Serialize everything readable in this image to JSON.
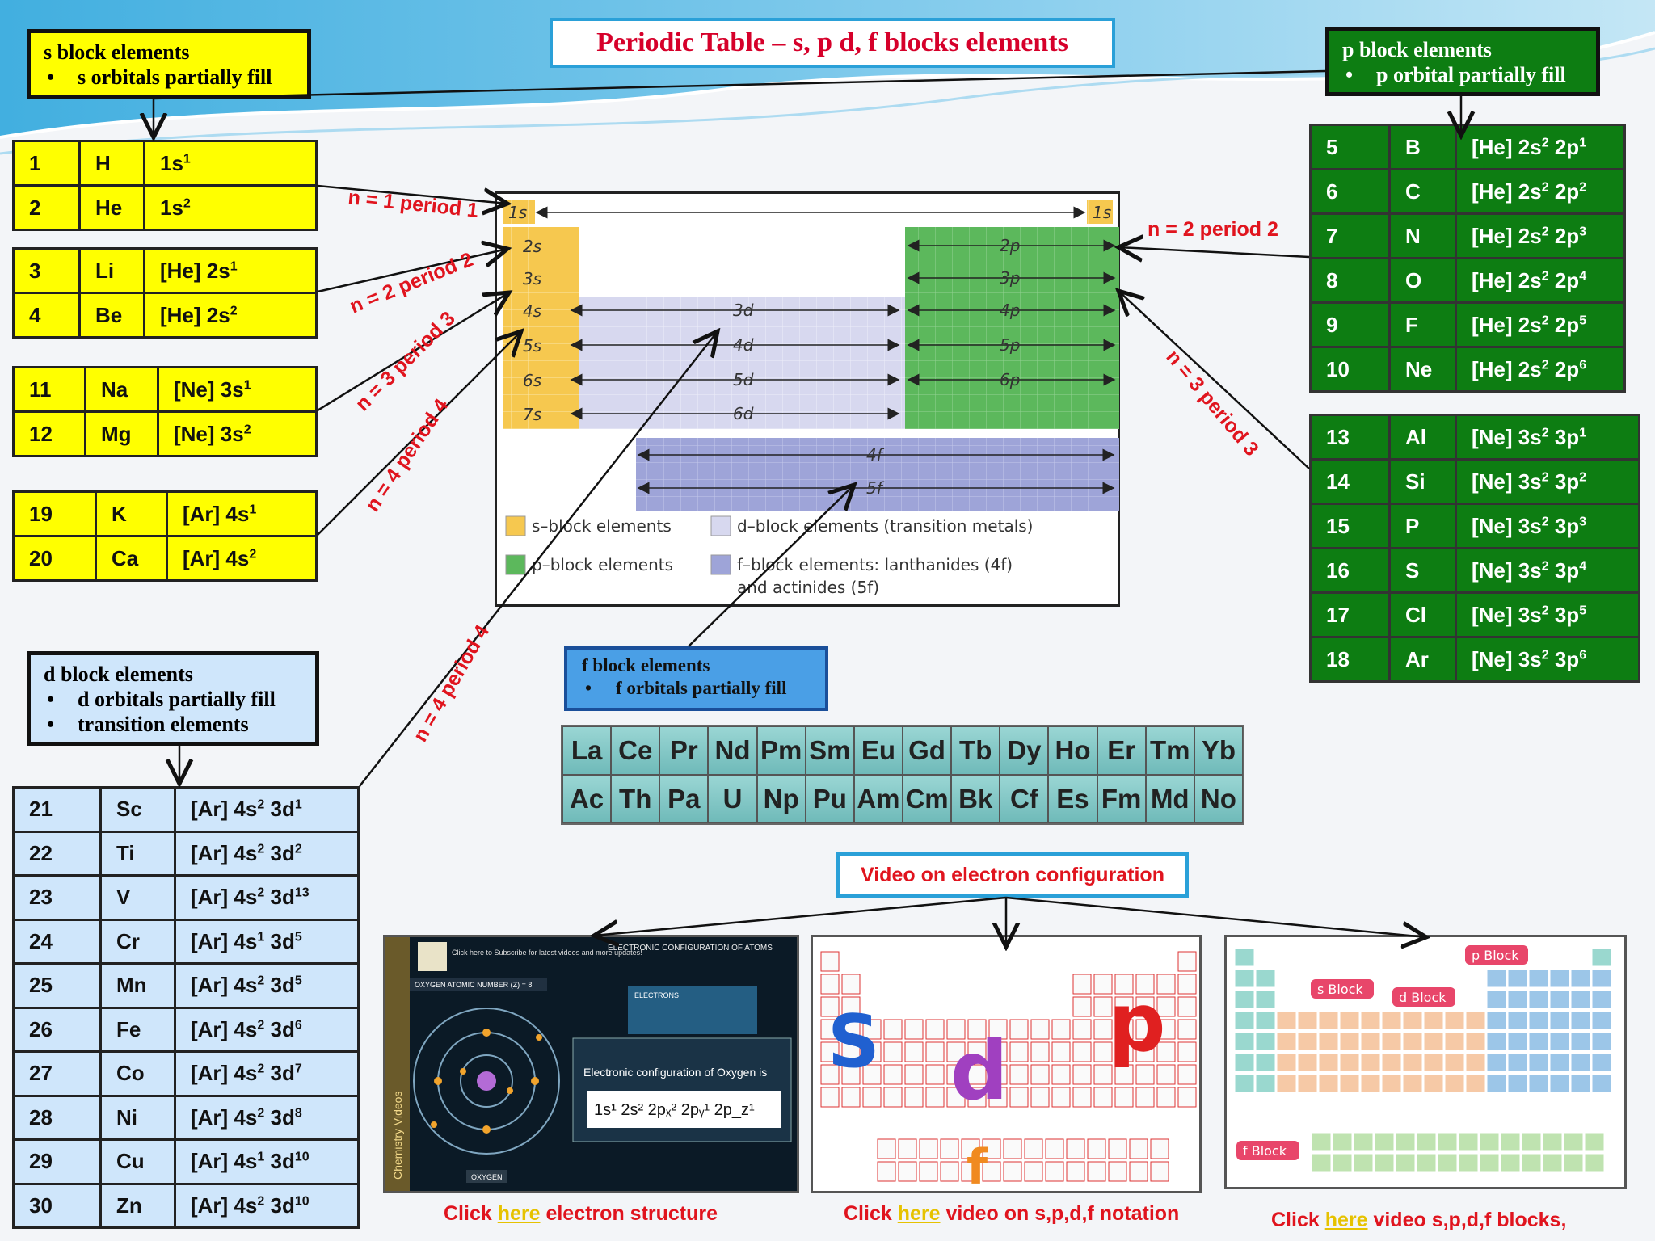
{
  "title": "Periodic Table – s, p d, f blocks elements",
  "s_block": {
    "heading": "s block elements",
    "bullets": [
      "s orbitals partially fill"
    ]
  },
  "p_block": {
    "heading": "p block elements",
    "bullets": [
      "p orbital partially fill"
    ]
  },
  "d_block": {
    "heading": "d block elements",
    "bullets": [
      "d orbitals partially fill",
      "transition elements"
    ]
  },
  "f_block": {
    "heading": "f block elements",
    "bullets": [
      "f orbitals partially fill"
    ]
  },
  "s_tables": [
    [
      [
        "1",
        "H",
        "1s",
        "1"
      ],
      [
        "2",
        "He",
        "1s",
        "2"
      ]
    ],
    [
      [
        "3",
        "Li",
        "[He] 2s",
        "1"
      ],
      [
        "4",
        "Be",
        "[He] 2s",
        "2"
      ]
    ],
    [
      [
        "11",
        "Na",
        "[Ne] 3s",
        "1"
      ],
      [
        "12",
        "Mg",
        "[Ne] 3s",
        "2"
      ]
    ],
    [
      [
        "19",
        "K",
        "[Ar]  4s",
        "1"
      ],
      [
        "20",
        "Ca",
        "[Ar]  4s",
        "2"
      ]
    ]
  ],
  "p_tables": [
    [
      [
        "5",
        "B",
        "2p",
        "1"
      ],
      [
        "6",
        "C",
        "2p",
        "2"
      ],
      [
        "7",
        "N",
        "2p",
        "3"
      ],
      [
        "8",
        "O",
        "2p",
        "4"
      ],
      [
        "9",
        "F",
        "2p",
        "5"
      ],
      [
        "10",
        "Ne",
        "2p",
        "6"
      ]
    ],
    [
      [
        "13",
        "Al",
        "3p",
        "1"
      ],
      [
        "14",
        "Si",
        "3p",
        "2"
      ],
      [
        "15",
        "P",
        "3p",
        "3"
      ],
      [
        "16",
        "S",
        "3p",
        "4"
      ],
      [
        "17",
        "Cl",
        "3p",
        "5"
      ],
      [
        "18",
        "Ar",
        "3p",
        "6"
      ]
    ]
  ],
  "d_table": [
    [
      "21",
      "Sc",
      "[Ar] 4s",
      "2",
      " 3d",
      "1"
    ],
    [
      "22",
      "Ti",
      "[Ar] 4s",
      "2",
      " 3d",
      "2"
    ],
    [
      "23",
      "V",
      "[Ar] 4s",
      "2",
      " 3d",
      "13"
    ],
    [
      "24",
      "Cr",
      "[Ar] 4s",
      "1",
      " 3d",
      "5"
    ],
    [
      "25",
      "Mn",
      "[Ar] 4s",
      "2",
      " 3d",
      "5"
    ],
    [
      "26",
      "Fe",
      "[Ar] 4s",
      "2",
      " 3d",
      "6"
    ],
    [
      "27",
      "Co",
      "[Ar] 4s",
      "2",
      " 3d",
      "7"
    ],
    [
      "28",
      "Ni",
      "[Ar] 4s",
      "2",
      " 3d",
      "8"
    ],
    [
      "29",
      "Cu",
      "[Ar] 4s",
      "1",
      " 3d",
      "10"
    ],
    [
      "30",
      "Zn",
      "[Ar] 4s",
      "2",
      " 3d",
      "10"
    ]
  ],
  "period_labels": {
    "left_p1": "n = 1 period 1",
    "left_p2": "n = 2 period 2",
    "left_p3": "n = 3 period 3",
    "left_p4a": "n = 4 period 4",
    "left_p4b": "n = 4 period 4",
    "right_p2": "n = 2 period 2",
    "right_p3": "n = 3 period 3"
  },
  "periodic_chart": {
    "s_labels": [
      "1s",
      "2s",
      "3s",
      "4s",
      "5s",
      "6s",
      "7s"
    ],
    "d_labels": [
      "3d",
      "4d",
      "5d",
      "6d"
    ],
    "p_labels": [
      "2p",
      "3p",
      "4p",
      "5p",
      "6p"
    ],
    "f_labels": [
      "4f",
      "5f"
    ],
    "legend": {
      "s": "s–block elements",
      "p": "p–block elements",
      "d": "d–block elements (transition metals)",
      "f1": "f–block elements: lanthanides (4f)",
      "f2": "and actinides (5f)"
    }
  },
  "lanthanides": [
    "La",
    "Ce",
    "Pr",
    "Nd",
    "Pm",
    "Sm",
    "Eu",
    "Gd",
    "Tb",
    "Dy",
    "Ho",
    "Er",
    "Tm",
    "Yb"
  ],
  "actinides": [
    "Ac",
    "Th",
    "Pa",
    "U",
    "Np",
    "Pu",
    "Am",
    "Cm",
    "Bk",
    "Cf",
    "Es",
    "Fm",
    "Md",
    "No"
  ],
  "video": {
    "heading": "Video on electron configuration",
    "links": [
      {
        "pre": "Click ",
        "here": "here",
        "post": " electron structure"
      },
      {
        "pre": "Click ",
        "here": "here",
        "post": " video on s,p,d,f notation"
      },
      {
        "pre": "Click ",
        "here": "here",
        "post": " video s,p,d,f blocks,"
      }
    ],
    "thumb1": {
      "title": "ELECTRONIC CONFIGURATION OF ATOMS",
      "subscribe": "Click here to Subscribe for latest videos and more updates!",
      "atomic": "OXYGEN ATOMIC NUMBER (Z) = 8",
      "electrons": "ELECTRONS",
      "config_label": "Electronic configuration of Oxygen is",
      "oxygen": "OXYGEN",
      "side": "Chemistry Videos"
    },
    "thumb3": {
      "p": "p Block",
      "s": "s Block",
      "d": "d Block",
      "f": "f Block"
    }
  },
  "colors": {
    "s": "#f7c95a",
    "p": "#5cb85c",
    "d": "#d6d6ee",
    "f": "#9da3d6",
    "red": "#e0141e"
  }
}
